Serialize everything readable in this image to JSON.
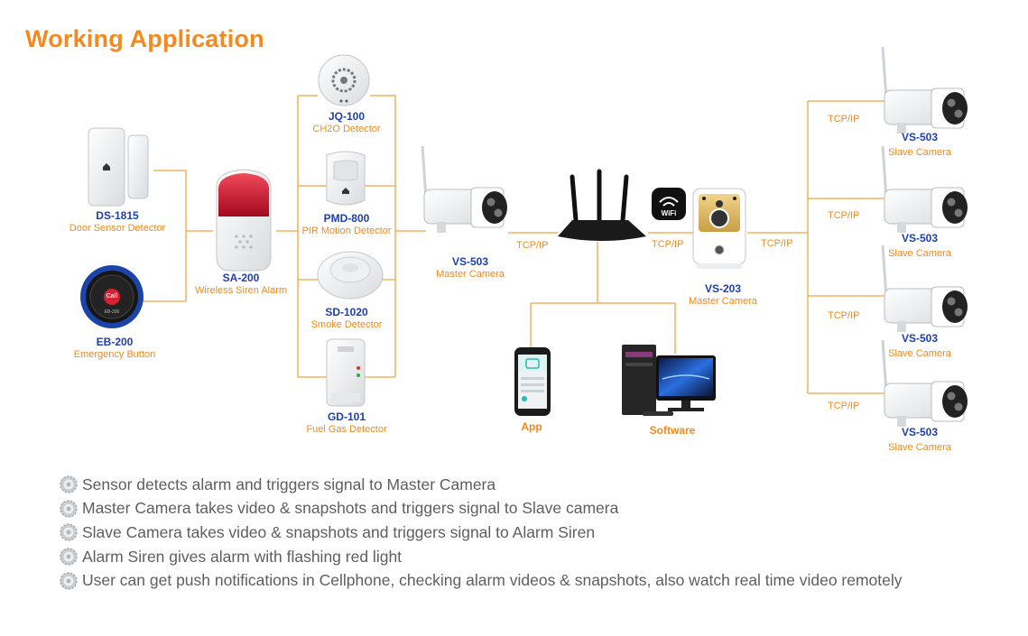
{
  "page": {
    "title": "Working Application"
  },
  "accent_color": "#f5891f",
  "model_color": "#1f3fa8",
  "line_color": "#f0a440",
  "devices": {
    "door_sensor": {
      "model": "DS-1815",
      "desc": "Door Sensor Detector"
    },
    "emergency_button": {
      "model": "EB-200",
      "desc": "Emergency Button",
      "button_text": "Call",
      "small_text": "EB-200"
    },
    "siren": {
      "model": "SA-200",
      "desc": "Wireless Siren Alarm"
    },
    "ch2o": {
      "model": "JQ-100",
      "desc": "CH2O Detector"
    },
    "pir": {
      "model": "PMD-800",
      "desc": "PIR Motion Detector"
    },
    "smoke": {
      "model": "SD-1020",
      "desc": "Smoke Detector"
    },
    "gas": {
      "model": "GD-101",
      "desc": "Fuel Gas Detector"
    },
    "master_camera_1": {
      "model": "VS-503",
      "desc": "Master Camera"
    },
    "master_camera_2": {
      "model": "VS-203",
      "desc": "Master Camera",
      "wifi_badge": "WiFi"
    },
    "app": {
      "label": "App"
    },
    "software": {
      "label": "Software"
    },
    "slave_cameras": [
      {
        "model": "VS-503",
        "desc": "Slave Camera"
      },
      {
        "model": "VS-503",
        "desc": "Slave Camera"
      },
      {
        "model": "VS-503",
        "desc": "Slave Camera"
      },
      {
        "model": "VS-503",
        "desc": "Slave Camera"
      }
    ]
  },
  "connections": {
    "master1_router": "TCP/IP",
    "router_master2": "TCP/IP",
    "master2_slaves": "TCP/IP",
    "slave_1": "TCP/IP",
    "slave_2": "TCP/IP",
    "slave_3": "TCP/IP",
    "slave_4": "TCP/IP"
  },
  "bullets": [
    "Sensor detects alarm and triggers signal to Master Camera",
    "Master Camera takes video & snapshots and triggers signal to Slave camera",
    "Slave  Camera takes video & snapshots and triggers signal to Alarm Siren",
    "Alarm Siren gives alarm with flashing red light",
    "User can get push notifications in Cellphone, checking alarm videos & snapshots, also watch real time video remotely"
  ]
}
